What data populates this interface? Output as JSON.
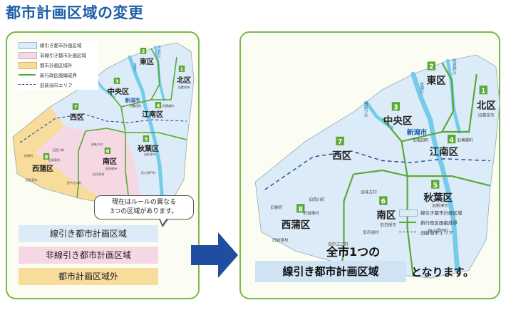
{
  "title": "都市計画区域の変更",
  "colors": {
    "panel_border": "#78b84a",
    "senbiki_area": "#dcebf8",
    "hisenbiki_area": "#f6d8e4",
    "outside_area": "#f7dc9c",
    "boundary_green": "#5aa832",
    "former_niigata_line": "#2b4e9b",
    "river": "#62c6e8",
    "arrow": "#1f4ea0"
  },
  "before": {
    "legend": [
      {
        "label": "線引き都市計画区域",
        "color": "#dcebf8",
        "kind": "fill"
      },
      {
        "label": "非線引き都市計画区域",
        "color": "#f6d8e4",
        "kind": "fill"
      },
      {
        "label": "都市計画区域外",
        "color": "#f7dc9c",
        "kind": "fill"
      },
      {
        "label": "新行政区画編成界",
        "color": "#5aa832",
        "kind": "line"
      },
      {
        "label": "旧新潟市エリア",
        "color": "#2b4e9b",
        "kind": "dashed"
      }
    ],
    "callout": [
      "現在はルールの異なる",
      "3つの区域があります。"
    ],
    "categories": [
      "線引き都市計画区域",
      "非線引き都市計画区域",
      "都市計画区域外"
    ]
  },
  "after": {
    "legend": [
      {
        "label": "線引き都市計画区域",
        "color": "#dcebf8",
        "kind": "fill"
      },
      {
        "label": "新行政区画編成界",
        "color": "#5aa832",
        "kind": "line"
      },
      {
        "label": "旧新潟市エリア",
        "color": "#2b4e9b",
        "kind": "dashed"
      }
    ],
    "conclusion_line1": "全市1つの",
    "conclusion_highlight": "線引き都市計画区域",
    "conclusion_line2": "となります。"
  },
  "map": {
    "center_label": "新潟市",
    "rivers": [
      "信濃川",
      "阿賀野川",
      "関屋分水"
    ],
    "wards": [
      {
        "num": "1",
        "name": "北区",
        "sub": "旧豊栄市"
      },
      {
        "num": "2",
        "name": "東区",
        "sub": ""
      },
      {
        "num": "3",
        "name": "中央区",
        "sub": ""
      },
      {
        "num": "4",
        "name": "江南区",
        "sub": "旧亀田町 旧横越町"
      },
      {
        "num": "5",
        "name": "秋葉区",
        "sub": "旧新津市"
      },
      {
        "num": "6",
        "name": "南区",
        "sub": "旧白根市 旧味方村 旧月潟村"
      },
      {
        "num": "7",
        "name": "西区",
        "sub": ""
      },
      {
        "num": "8",
        "name": "西蒲区",
        "sub": "旧巻町 旧西川町 旧潟東村 旧岩室村 旧中之口村"
      }
    ],
    "small_labels": [
      "旧豊栄市",
      "旧亀田町",
      "旧横越町",
      "旧新津市",
      "旧小須戸町",
      "旧白根市",
      "旧味方村",
      "旧月潟村",
      "旧中之口村",
      "旧巻町",
      "旧西川町",
      "旧潟東村",
      "旧岩室村"
    ]
  }
}
